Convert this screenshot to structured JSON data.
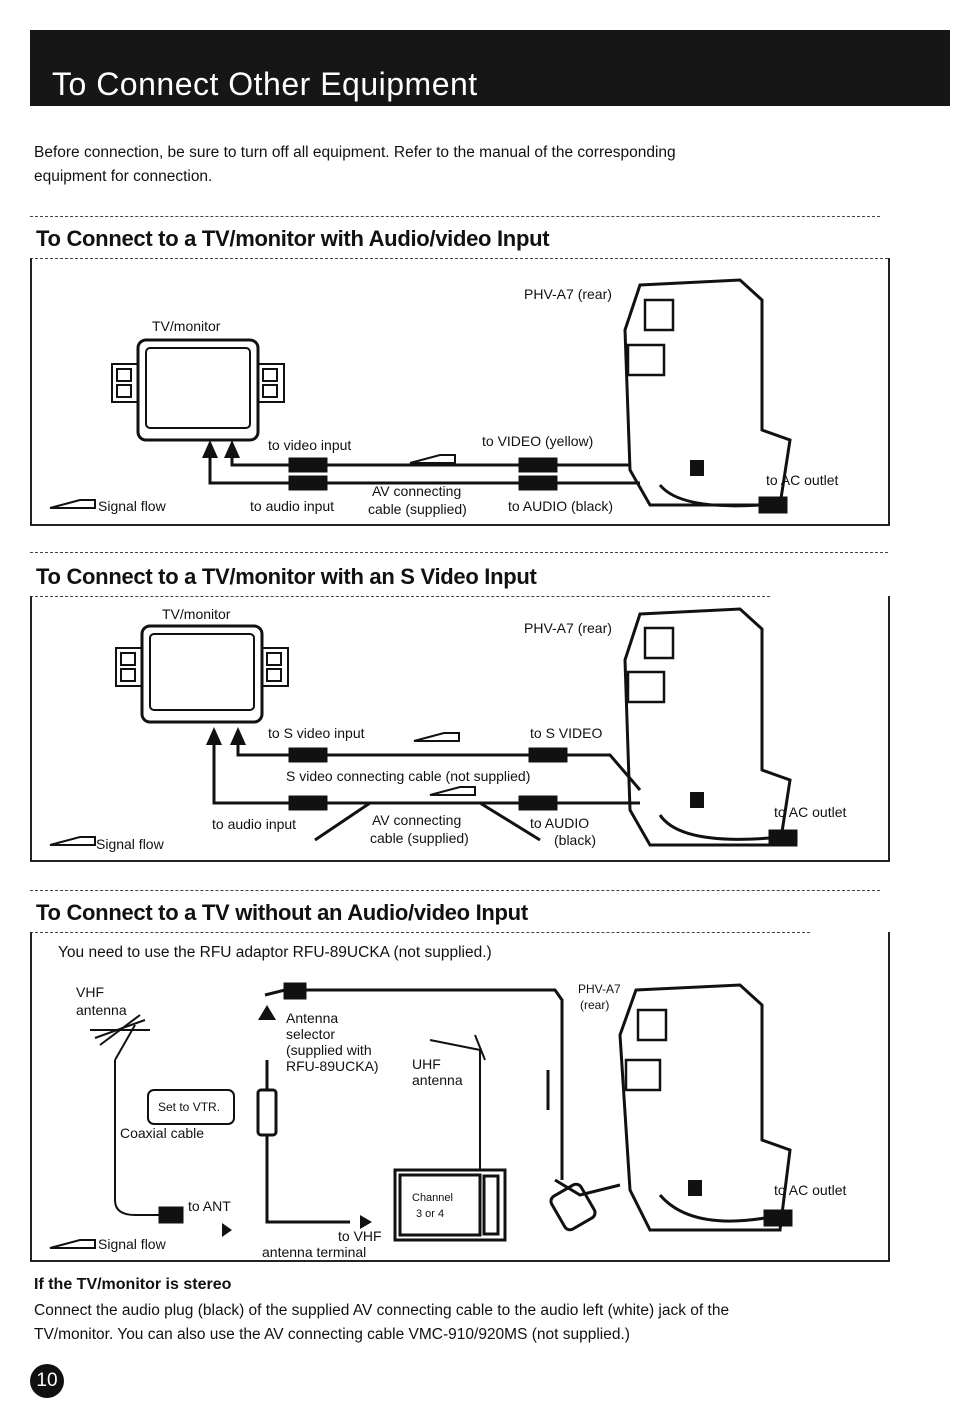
{
  "page_title": "To Connect Other Equipment",
  "intro": {
    "line1": "Before connection, be sure to turn off all equipment. Refer to the manual of the corresponding",
    "line2": "equipment for connection."
  },
  "section1": {
    "title": "To Connect to a TV/monitor with Audio/video Input",
    "tv_label": "TV/monitor",
    "device_label": "PHV-A7 (rear)",
    "video_input": "to video input",
    "video_out": "to VIDEO (yellow)",
    "ac_outlet": "to AC outlet",
    "cable_line1": "AV connecting",
    "cable_line2": "cable (supplied)",
    "audio_input": "to audio input",
    "audio_out": "to AUDIO (black)",
    "signal_flow": "Signal flow"
  },
  "section2": {
    "title": "To Connect to a TV/monitor with an S Video Input",
    "tv_label": "TV/monitor",
    "device_label": "PHV-A7 (rear)",
    "s_video_input": "to S video input",
    "s_video_out": "to S VIDEO",
    "s_cable": "S video connecting cable (not supplied)",
    "ac_outlet": "to AC outlet",
    "audio_input": "to audio input",
    "cable_line1": "AV connecting",
    "cable_line2": "cable (supplied)",
    "audio_out_line1": "to AUDIO",
    "audio_out_line2": "(black)",
    "signal_flow": "Signal flow"
  },
  "section3": {
    "title": "To Connect to a TV without an Audio/video Input",
    "note": "You need to use the RFU adaptor RFU-89UCKA (not supplied.)",
    "vhf_line1": "VHF",
    "vhf_line2": "antenna",
    "selector_line1": "Antenna",
    "selector_line2": "selector",
    "selector_line3": "(supplied with",
    "selector_line4": "RFU-89UCKA)",
    "set_vtr": "Set to VTR.",
    "uhf_line1": "UHF",
    "uhf_line2": "antenna",
    "device_line1": "PHV-A7",
    "device_line2": "(rear)",
    "coaxial": "Coaxial cable",
    "to_ant": "to ANT",
    "channel_line1": "Channel",
    "channel_line2": "3 or 4",
    "to_vhf_line1": "to VHF",
    "to_vhf_line2": "antenna terminal",
    "ac_outlet": "to AC outlet",
    "signal_flow": "Signal flow"
  },
  "stereo": {
    "title": "If the TV/monitor is stereo",
    "line1": "Connect the audio plug (black) of the supplied AV connecting cable to the audio left (white) jack of the",
    "line2": "TV/monitor. You can also use the AV connecting cable VMC-910/920MS (not supplied.)"
  },
  "page_number": "10"
}
